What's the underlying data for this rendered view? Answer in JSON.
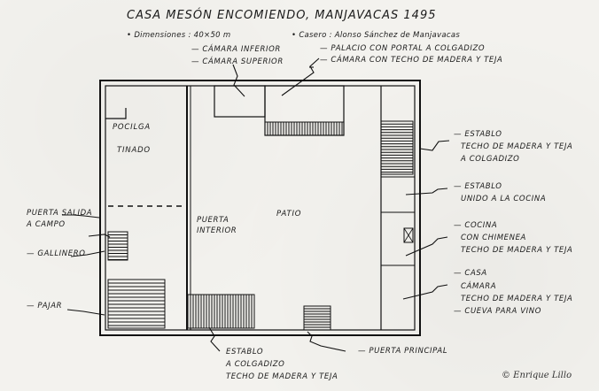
{
  "title": "CASA MESÓN ENCOMIENDO, MANJAVACAS 1495",
  "subtitle": {
    "dimensions": "• Dimensiones : 40×50 m",
    "owner": "• Casero : Alonso Sánchez de Manjavacas"
  },
  "labels": {
    "camara_inferior": "CÁMARA INFERIOR",
    "camara_superior": "CÁMARA SUPERIOR",
    "palacio": "PALACIO CON PORTAL A COLGADIZO",
    "camara_techo": "CÁMARA CON TECHO DE MADERA Y TEJA",
    "pocilga": "POCILGA",
    "tinado": "TINADO",
    "patio": "PATIO",
    "puerta_interior": [
      "PUERTA",
      "INTERIOR"
    ],
    "puerta_salida": [
      "PUERTA SALIDA",
      "A CAMPO"
    ],
    "gallinero": "GALLINERO",
    "pajar": "PAJAR",
    "establo_colgadizo_right": [
      "ESTABLO",
      "TECHO DE MADERA Y TEJA",
      "A COLGADIZO"
    ],
    "establo_unido": [
      "ESTABLO",
      "UNIDO A LA COCINA"
    ],
    "cocina": [
      "COCINA",
      "CON CHIMENEA",
      "TECHO DE MADERA Y TEJA"
    ],
    "casa_camara": [
      "CASA",
      "CÁMARA",
      "TECHO DE MADERA Y TEJA",
      "CUEVA PARA VINO"
    ],
    "puerta_principal": "PUERTA PRINCIPAL",
    "establo_colgadizo_bottom": [
      "ESTABLO",
      "A COLGADIZO",
      "TECHO DE MADERA Y TEJA"
    ]
  },
  "copyright": "© Enrique Lillo"
}
